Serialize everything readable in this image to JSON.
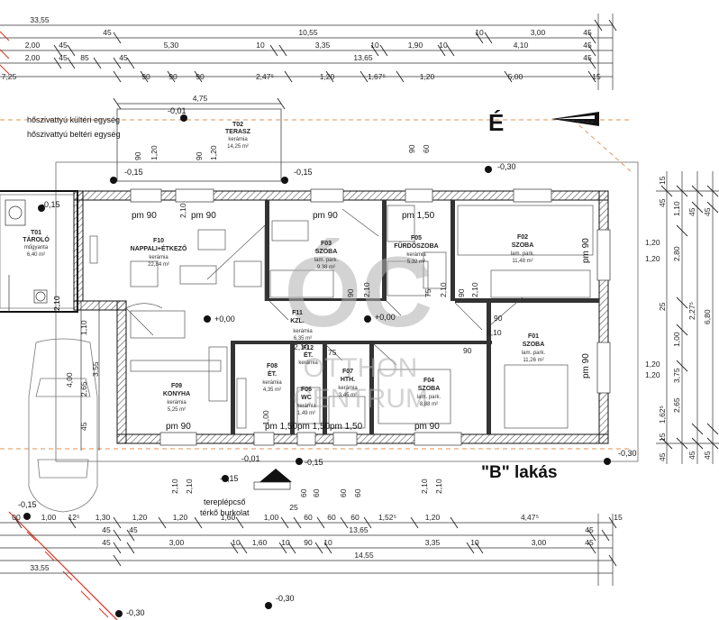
{
  "plan_title": "\"B\" lakás",
  "north_label": "É",
  "watermark": {
    "logo": "ÓC",
    "line1": "OTTHON",
    "line2": "CENTRUM"
  },
  "legend": {
    "outdoor_unit": "hőszivattyú kültéri egység",
    "indoor_unit": "hőszivattyú beltéri egység"
  },
  "stair_note": {
    "line1": "tereplépcső",
    "line2": "térkő burkolat"
  },
  "rooms": {
    "t01": {
      "code": "T01",
      "name": "TÁROLÓ",
      "finish": "műgyanta",
      "area": "6,40 m²"
    },
    "t02": {
      "code": "T02",
      "name": "TERASZ",
      "finish": "kerámia",
      "area": "14,25 m²"
    },
    "f10": {
      "code": "F10",
      "name": "NAPPALI+ÉTKEZŐ",
      "finish": "kerámia",
      "area": "22,84 m²"
    },
    "f03": {
      "code": "F03",
      "name": "SZOBA",
      "finish": "lam. park.",
      "area": "9,38 m²"
    },
    "f05": {
      "code": "F05",
      "name": "FÜRDŐSZOBA",
      "finish": "kerámia",
      "area": "5,32 m²"
    },
    "f02": {
      "code": "F02",
      "name": "SZOBA",
      "finish": "lam. park.",
      "area": "11,48 m²"
    },
    "f11": {
      "code": "F11",
      "name": "KZL.",
      "finish": "kerámia",
      "area": "6,35 m²"
    },
    "f01": {
      "code": "F01",
      "name": "SZOBA",
      "finish": "lam. park.",
      "area": "11,26 m²"
    },
    "f09": {
      "code": "F09",
      "name": "KONYHA",
      "finish": "kerámia",
      "area": "5,25 m²"
    },
    "f08": {
      "code": "F08",
      "name": "ÉT.",
      "finish": "kerámia",
      "area": "4,35 m²"
    },
    "f12": {
      "code": "F12",
      "name": "ÉT.",
      "finish": "kerámia",
      "area": ""
    },
    "f06": {
      "code": "F06",
      "name": "WC",
      "finish": "kerámia",
      "area": "1,49 m²"
    },
    "f07": {
      "code": "F07",
      "name": "HTH.",
      "finish": "kerámia",
      "area": "3,45 m²"
    },
    "f04": {
      "code": "F04",
      "name": "SZOBA",
      "finish": "lam. park.",
      "area": "8,88 m²"
    }
  },
  "levels": {
    "terrace": "-0,01",
    "n015a": "-0,15",
    "n015b": "-0,15",
    "n015c": "-0,15",
    "n015d": "-0,15",
    "n015e": "-0,15",
    "n015f": "-0,15",
    "n030a": "-0,30",
    "n030b": "-0,30",
    "n030c": "-0,30",
    "n030d": "-0,30",
    "pm1": "+0,00",
    "pm2": "+0,00",
    "entry": "-0,01"
  },
  "parapets": {
    "p1": "pm 90",
    "p2": "pm 90",
    "p3": "pm 90",
    "p4": "pm 1,50",
    "p5": "pm 90",
    "p6": "pm 90",
    "p7": "pm 90",
    "p8": "pm 1,50",
    "p9": "pm 1,50",
    "p10": "pm 90",
    "p11": "pm 90",
    "p12": "pm 90"
  },
  "dims_top": {
    "r1": [
      "33,55"
    ],
    "r2": [
      "45",
      "10,55",
      "10",
      "3,00",
      "45"
    ],
    "r3": [
      "2,00",
      "45",
      "5,30",
      "10",
      "3,35",
      "10",
      "1,90",
      "10",
      "4,10",
      "45"
    ],
    "r4": [
      "2,00",
      "45",
      "85",
      "45",
      "13,65",
      "45"
    ],
    "r5": [
      "7,25",
      "90",
      "90",
      "90",
      "2,47⁵",
      "1,20",
      "1,67⁵",
      "1,20",
      "5,00",
      "15"
    ],
    "terrace_w": "4,75"
  },
  "dims_bottom": {
    "r1": [
      "00",
      "1,00",
      "12⁵",
      "1,30",
      "1,20",
      "1,20",
      "1,60",
      "1,00",
      "25",
      "60",
      "60",
      "60",
      "1,52⁵",
      "1,20",
      "4,47⁵",
      "15"
    ],
    "r2": [
      "45",
      "45",
      "13,65",
      "45"
    ],
    "r3": [
      "45",
      "3,00",
      "10",
      "1,60",
      "10",
      "90",
      "10",
      "3,35",
      "10",
      "3,00",
      "45"
    ],
    "r4": [
      "14,55"
    ],
    "r5": [
      "33,55"
    ]
  },
  "dims_right": {
    "c1": [
      "15",
      "45",
      "1,20",
      "25",
      "1,20",
      "15",
      "45"
    ],
    "c2": [
      "1,10",
      "2,80",
      "1,00",
      "3,75",
      "2,65"
    ],
    "c3": [
      "45",
      "2,27⁵",
      "1,62⁵",
      "45"
    ],
    "c4": [
      "45",
      "6,80",
      "45"
    ]
  },
  "dims_left": [
    "2,10",
    "3,55",
    "4,00",
    "2,65",
    "45",
    "1,10"
  ],
  "openings": {
    "h1": [
      "90",
      "1,20",
      "90",
      "1,20",
      "90",
      "60"
    ],
    "h2": [
      "2,10",
      "2,10",
      "2,10",
      "2,10",
      "2,10",
      "2,10",
      "2,10"
    ],
    "h3": [
      "90",
      "75",
      "90",
      "75",
      "90",
      "90"
    ],
    "h4": [
      "1,00",
      "2,10",
      "60",
      "2,10",
      "60",
      "60",
      "60",
      "2,10"
    ]
  }
}
